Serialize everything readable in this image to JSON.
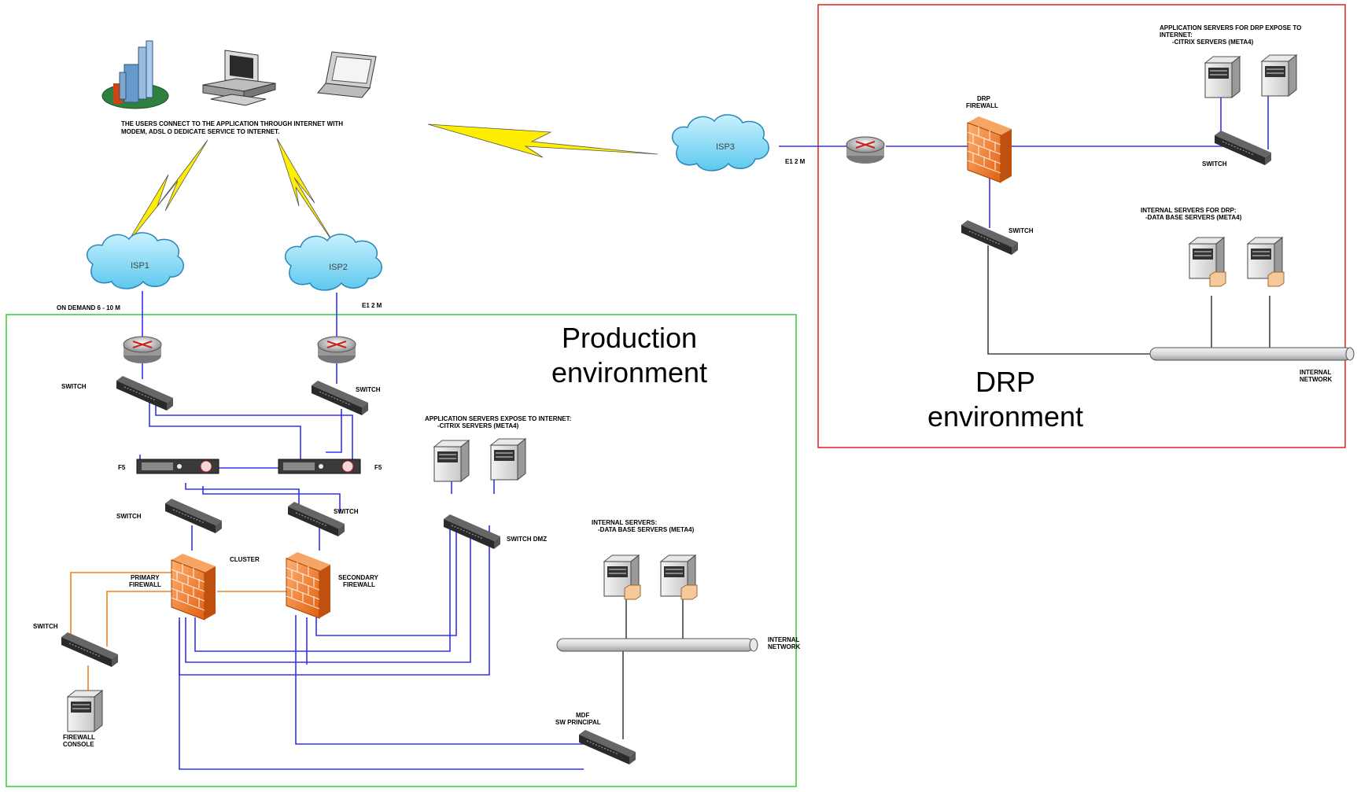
{
  "environments": {
    "production": {
      "line1": "Production",
      "line2": "environment"
    },
    "drp": {
      "line1": "DRP",
      "line2": "environment"
    }
  },
  "users_note": {
    "line1": "THE USERS CONNECT TO THE APPLICATION THROUGH INTERNET WITH",
    "line2": "MODEM, ADSL O DEDICATE SERVICE TO INTERNET."
  },
  "clouds": {
    "isp1": "ISP1",
    "isp2": "ISP2",
    "isp3": "ISP3"
  },
  "links": {
    "isp1": "ON DEMAND 6 - 10 M",
    "isp2": "E1  2 M",
    "isp3": "E1  2 M"
  },
  "production": {
    "switch": "SWITCH",
    "f5": "F5",
    "cluster": "CLUSTER",
    "primary_fw": {
      "line1": "PRIMARY",
      "line2": "FIREWALL"
    },
    "secondary_fw": {
      "line1": "SECONDARY",
      "line2": "FIREWALL"
    },
    "switch_dmz": "SWITCH DMZ",
    "app_servers": {
      "line1": "APPLICATION SERVERS EXPOSE TO  INTERNET:",
      "line2": "-CITRIX SERVERS (META4)"
    },
    "internal_servers": {
      "line1": "INTERNAL SERVERS:",
      "line2": "-DATA BASE SERVERS  (META4)"
    },
    "internal_network": {
      "line1": "INTERNAL",
      "line2": "NETWORK"
    },
    "mdf": {
      "line1": "MDF",
      "line2": "SW PRINCIPAL"
    },
    "fw_console": {
      "line1": "FIREWALL",
      "line2": "CONSOLE"
    }
  },
  "drp": {
    "firewall": {
      "line1": "DRP",
      "line2": "FIREWALL"
    },
    "switch": "SWITCH",
    "app_servers": {
      "line1": "APPLICATION SERVERS FOR DRP  EXPOSE TO",
      "line2": "INTERNET:",
      "line3": "-CITRIX SERVERS (META4)"
    },
    "internal_servers": {
      "line1": "INTERNAL SERVERS FOR DRP:",
      "line2": "-DATA BASE SERVERS  (META4)"
    },
    "internal_network": {
      "line1": "INTERNAL",
      "line2": "NETWORK"
    }
  },
  "colors": {
    "production_border": "#33cc33",
    "drp_border": "#dd2222",
    "link_blue": "#3333ee",
    "link_orange": "#f08020",
    "lightning": "#ffee00",
    "cloud": "#7fd6f2"
  },
  "icons": [
    "building-icon",
    "desktop-computer-icon",
    "laptop-icon",
    "cloud-icon",
    "router-icon",
    "switch-icon",
    "load-balancer-icon",
    "firewall-icon",
    "server-icon",
    "network-bus-icon",
    "lightning-link-icon"
  ]
}
